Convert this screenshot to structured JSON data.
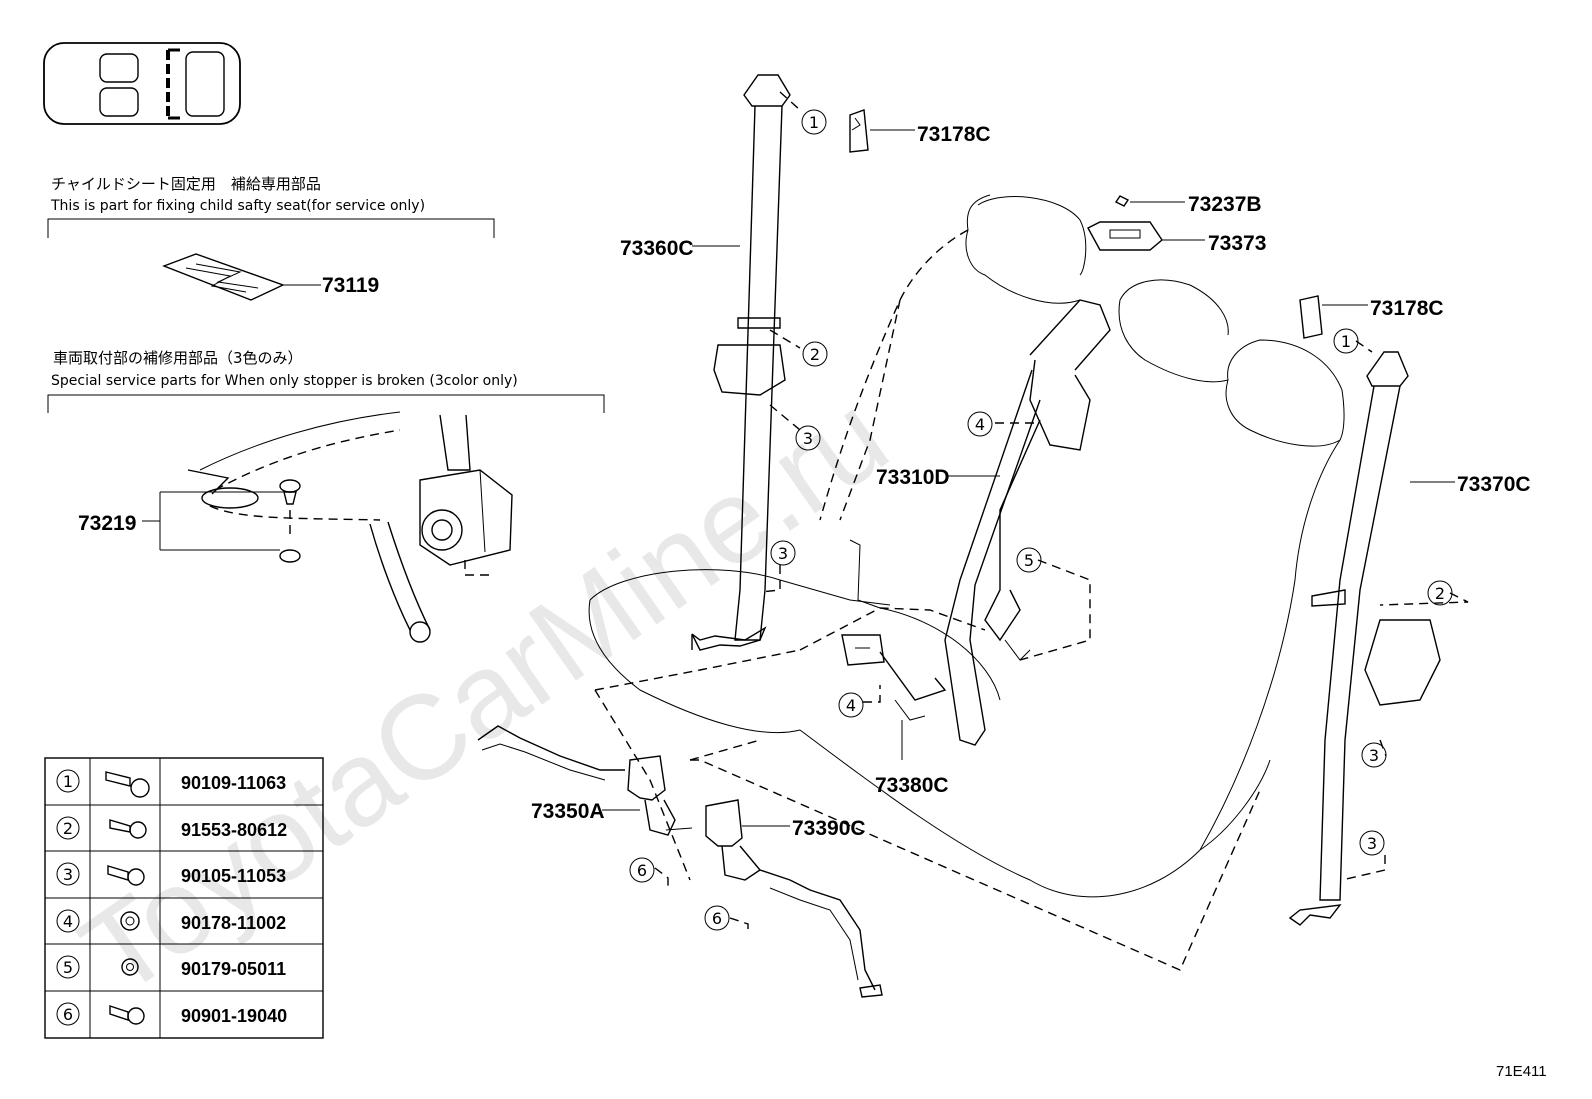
{
  "watermark": "ToyotaCarMine.ru",
  "notes": {
    "child_seat_jp": "チャイルドシート固定用　補給専用部品",
    "child_seat_en": "This is part for fixing child safty seat(for service only)",
    "stopper_jp": "車両取付部の補修用部品（3色のみ）",
    "stopper_en": "Special service parts for When only stopper is broken (3color only)"
  },
  "part_labels": {
    "p73178C_top": "73178C",
    "p73237B": "73237B",
    "p73373": "73373",
    "p73178C_right": "73178C",
    "p73360C": "73360C",
    "p73119": "73119",
    "p73219": "73219",
    "p73310D": "73310D",
    "p73370C": "73370C",
    "p73380C": "73380C",
    "p73350A": "73350A",
    "p73390C": "73390C"
  },
  "callouts": [
    "1",
    "2",
    "3",
    "4",
    "5",
    "6"
  ],
  "fastener_table": [
    {
      "ref": "1",
      "part_no": "90109-11063"
    },
    {
      "ref": "2",
      "part_no": "91553-80612"
    },
    {
      "ref": "3",
      "part_no": "90105-11053"
    },
    {
      "ref": "4",
      "part_no": "90178-11002"
    },
    {
      "ref": "5",
      "part_no": "90179-05011"
    },
    {
      "ref": "6",
      "part_no": "90901-19040"
    }
  ],
  "figure_code": "71E411"
}
